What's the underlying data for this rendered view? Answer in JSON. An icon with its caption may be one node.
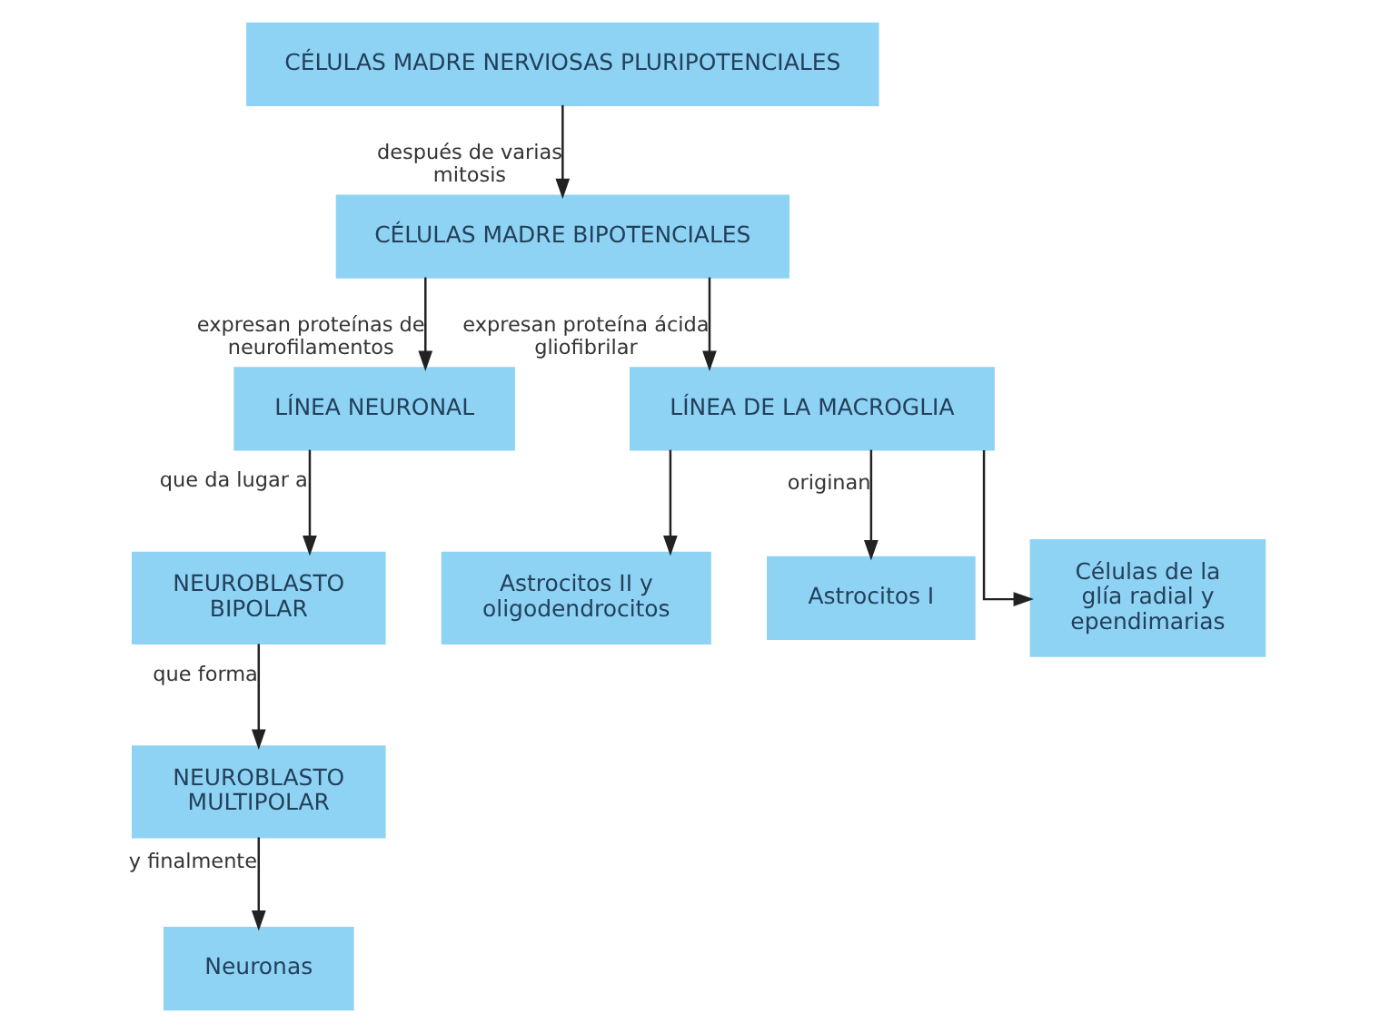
{
  "diagram": {
    "nodes": [
      {
        "text": [
          "CÉLULAS MADRE NERVIOSAS PLURIPOTENCIALES"
        ]
      },
      {
        "text": [
          "CÉLULAS MADRE BIPOTENCIALES"
        ]
      },
      {
        "text": [
          "LÍNEA NEURONAL"
        ]
      },
      {
        "text": [
          "LÍNEA DE LA MACROGLIA"
        ]
      },
      {
        "text": [
          "NEUROBLASTO BIPOLAR"
        ]
      },
      {
        "text": [
          "NEUROBLASTO MULTIPOLAR"
        ]
      },
      {
        "text": [
          "Neuronas"
        ]
      },
      {
        "text": [
          "Astrocitos II y oligodendrocitos"
        ]
      },
      {
        "text": [
          "Astrocitos I"
        ]
      },
      {
        "text": [
          "Células de la glía radial y ependimarias"
        ]
      }
    ],
    "edges": [
      {
        "from": 0,
        "to": 1,
        "arrow": "to",
        "label": "después de varias mitosis"
      },
      {
        "from": 1,
        "to": 2,
        "arrow": "to",
        "label": "expresan proteínas de neurofilamentos"
      },
      {
        "from": 1,
        "to": 3,
        "arrow": "to",
        "label": "expresan proteína ácida gliofibrilar"
      },
      {
        "from": 2,
        "to": 4,
        "arrow": "to",
        "label": "que da lugar a"
      },
      {
        "from": 4,
        "to": 5,
        "arrow": "to",
        "label": "que forma"
      },
      {
        "from": 5,
        "to": 6,
        "arrow": "to",
        "label": "y finalmente"
      },
      {
        "from": 3,
        "to": 7,
        "arrow": "to"
      },
      {
        "from": 3,
        "to": 8,
        "arrow": "to",
        "label": "originan"
      },
      {
        "from": 3,
        "to": 9,
        "arrow": "to"
      }
    ]
  }
}
